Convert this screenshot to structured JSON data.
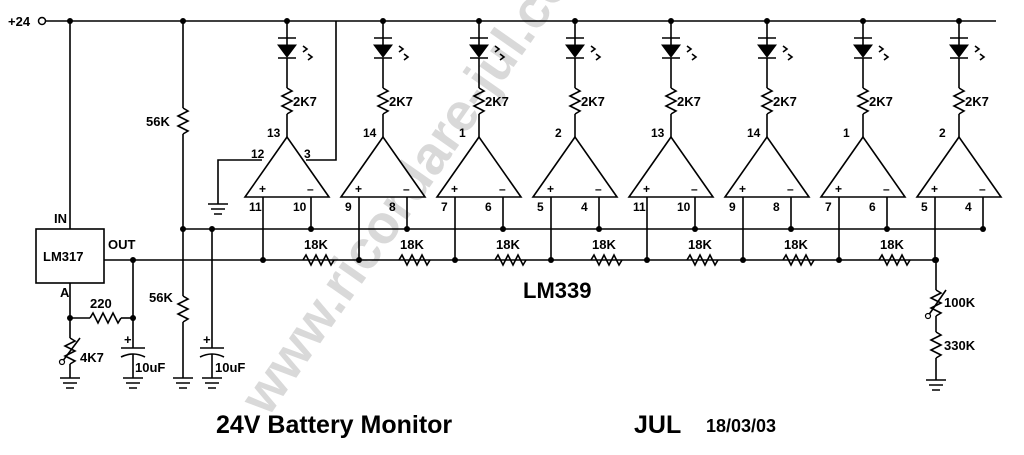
{
  "watermark": "www.ricordare-jul.com",
  "supply_label": "+24",
  "regulator": {
    "name": "LM317",
    "in_label": "IN",
    "out_label": "OUT",
    "adj_label": "A"
  },
  "adj_resistor": "220",
  "adj_pot": "4K7",
  "cap1": "10uF",
  "cap2": "10uF",
  "divider_top": "56K",
  "divider_bottom": "56K",
  "ic_label": "LM339",
  "pot_bottom": "100K",
  "res_bottom": "330K",
  "title": "24V Battery Monitor",
  "author": "JUL",
  "date": "18/03/03",
  "plus_sign": "+",
  "minus_sign": "–",
  "comparators": [
    {
      "led_res": "2K7",
      "out_pin": "13",
      "plus_pin": "11",
      "minus_pin": "10",
      "ladder_res": "18K"
    },
    {
      "led_res": "2K7",
      "out_pin": "14",
      "plus_pin": "9",
      "minus_pin": "8",
      "ladder_res": "18K"
    },
    {
      "led_res": "2K7",
      "out_pin": "1",
      "plus_pin": "7",
      "minus_pin": "6",
      "ladder_res": "18K"
    },
    {
      "led_res": "2K7",
      "out_pin": "2",
      "plus_pin": "5",
      "minus_pin": "4",
      "ladder_res": "18K"
    },
    {
      "led_res": "2K7",
      "out_pin": "13",
      "plus_pin": "11",
      "minus_pin": "10",
      "ladder_res": "18K"
    },
    {
      "led_res": "2K7",
      "out_pin": "14",
      "plus_pin": "9",
      "minus_pin": "8",
      "ladder_res": "18K"
    },
    {
      "led_res": "2K7",
      "out_pin": "1",
      "plus_pin": "7",
      "minus_pin": "6",
      "ladder_res": "18K"
    },
    {
      "led_res": "2K7",
      "out_pin": "2",
      "plus_pin": "5",
      "minus_pin": "4"
    }
  ],
  "unused_comparator": {
    "gnd_pin": "12",
    "fb_pin": "3"
  }
}
